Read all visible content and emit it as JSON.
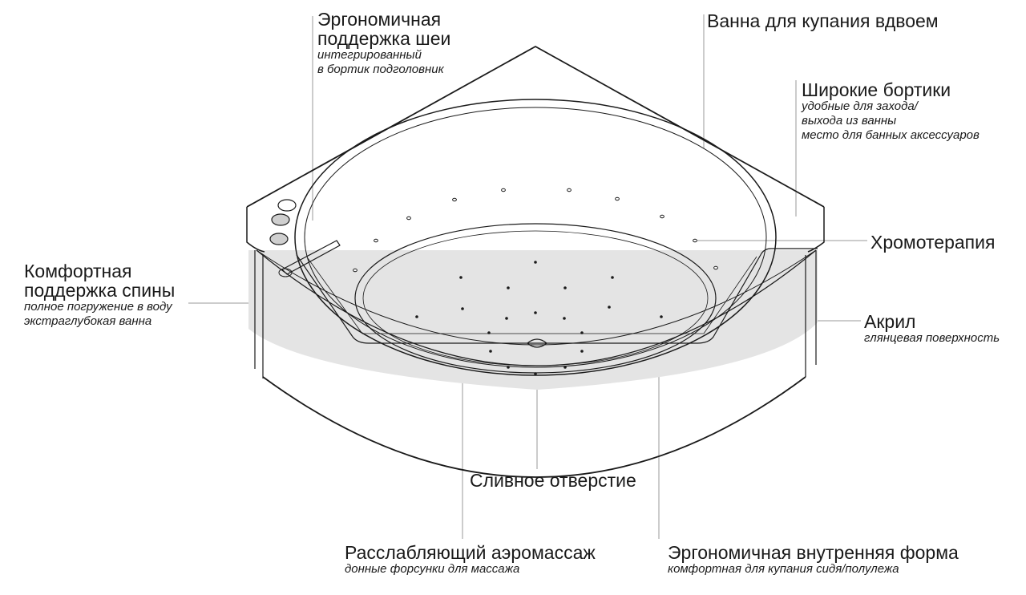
{
  "callouts": {
    "neck": {
      "title_1": "Эргономичная",
      "title_2": "поддержка шеи",
      "sub_1": "интегрированный",
      "sub_2": "в бортик подголовник"
    },
    "two": {
      "title": "Ванна для купания вдвоем"
    },
    "rims": {
      "title": "Широкие бортики",
      "sub_1": "удобные для захода/",
      "sub_2": "выхода из ванны",
      "sub_3": "место для банных аксессуаров"
    },
    "chromo": {
      "title": "Хромотерапия"
    },
    "back": {
      "title_1": "Комфортная",
      "title_2": "поддержка спины",
      "sub_1": "полное погружение в воду",
      "sub_2": "экстраглубокая ванна"
    },
    "acryl": {
      "title": "Акрил",
      "sub": "глянцевая поверхность"
    },
    "drain": {
      "title": "Сливное отверстие"
    },
    "aero": {
      "title": "Расслабляющий аэромассаж",
      "sub": "донные форсунки для массажа"
    },
    "shape": {
      "title": "Эргономичная внутренняя форма",
      "sub": "комфортная для купания сидя/полулежа"
    }
  },
  "colors": {
    "line": "#1a1a1a",
    "leader": "#9a9a9a",
    "glass": "#e4e4e4",
    "text": "#1a1a1a"
  }
}
